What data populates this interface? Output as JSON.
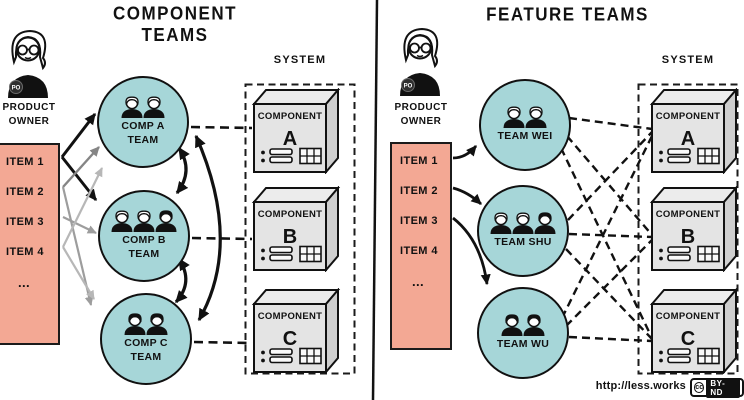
{
  "palette": {
    "team_circle_fill": "#a6d6d8",
    "backlog_fill": "#f3a894",
    "component_front": "#e4e4e4",
    "component_side": "#cfcfcf",
    "ink": "#111111",
    "arrow_gray_dark": "#858585",
    "arrow_gray_light": "#b7b7b7"
  },
  "left_panel": {
    "title": "COMPONENT TEAMS",
    "product_owner": {
      "badge": "PO",
      "label": "PRODUCT OWNER"
    },
    "backlog_items": [
      "ITEM 1",
      "ITEM 2",
      "ITEM 3",
      "ITEM 4",
      "..."
    ],
    "teams": [
      {
        "name": "COMP A TEAM"
      },
      {
        "name": "COMP B TEAM"
      },
      {
        "name": "COMP C TEAM"
      }
    ],
    "system": {
      "label": "SYSTEM",
      "components": [
        {
          "label": "COMPONENT",
          "letter": "A"
        },
        {
          "label": "COMPONENT",
          "letter": "B"
        },
        {
          "label": "COMPONENT",
          "letter": "C"
        }
      ]
    }
  },
  "right_panel": {
    "title": "FEATURE TEAMS",
    "product_owner": {
      "badge": "PO",
      "label": "PRODUCT OWNER"
    },
    "backlog_items": [
      "ITEM 1",
      "ITEM 2",
      "ITEM 3",
      "ITEM 4",
      "..."
    ],
    "teams": [
      {
        "name": "TEAM WEI"
      },
      {
        "name": "TEAM SHU"
      },
      {
        "name": "TEAM WU"
      }
    ],
    "system": {
      "label": "SYSTEM",
      "components": [
        {
          "label": "COMPONENT",
          "letter": "A"
        },
        {
          "label": "COMPONENT",
          "letter": "B"
        },
        {
          "label": "COMPONENT",
          "letter": "C"
        }
      ]
    }
  },
  "footer": {
    "url": "http://less.works",
    "cc": "cc",
    "license": "BY-ND"
  }
}
